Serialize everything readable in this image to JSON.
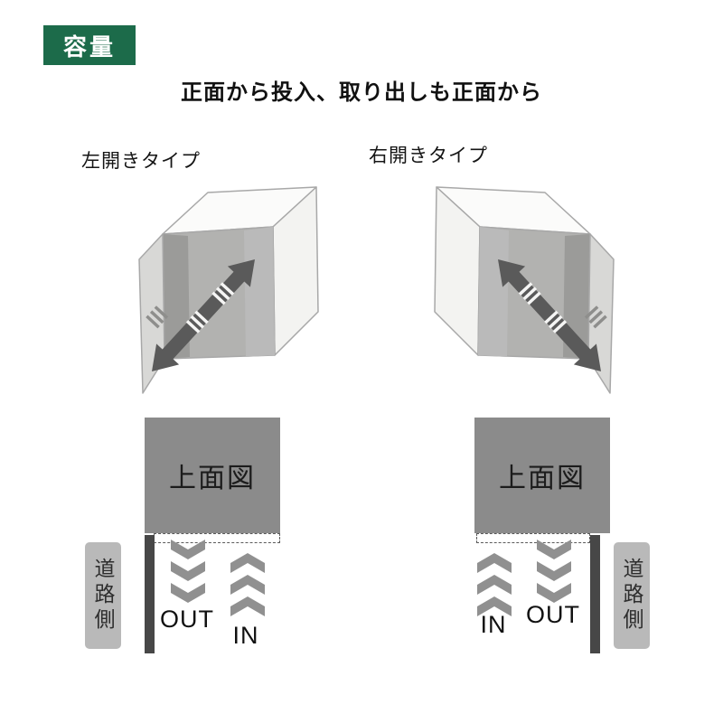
{
  "badge": {
    "label": "容量",
    "bg_color": "#1c6b4a",
    "text_color": "#ffffff"
  },
  "title": "正面から投入、取り出しも正面から",
  "diagrams": {
    "left": {
      "subtitle": "左開きタイプ",
      "top_view_label": "上面図",
      "road_side_label": "道路側",
      "out_label": "OUT",
      "in_label": "IN"
    },
    "right": {
      "subtitle": "右開きタイプ",
      "top_view_label": "上面図",
      "road_side_label": "道路側",
      "out_label": "OUT",
      "in_label": "IN"
    }
  },
  "colors": {
    "badge_green": "#1c6b4a",
    "top_view_fill": "#8b8b8b",
    "road_side_fill": "#b9b9b9",
    "door_bar": "#474747",
    "chevron": "#909090",
    "arrow": "#5a5a5a",
    "box_interior": "#b2b2b0",
    "box_door": "#d8d8d6"
  }
}
